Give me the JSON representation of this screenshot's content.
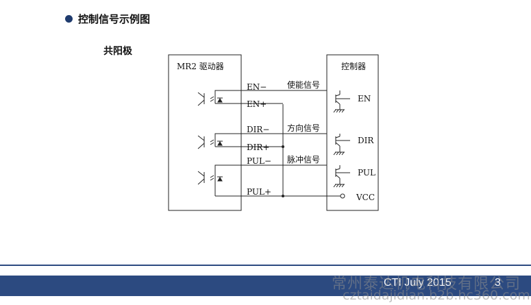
{
  "heading": {
    "title": "控制信号示例图",
    "bullet_icon": "bullet-dot-icon"
  },
  "subheading": "共阳极",
  "diagram": {
    "driver_box_label": "MR2 驱动器",
    "controller_box_label": "控制器",
    "signals": {
      "en_minus": "EN−",
      "en_plus": "EN+",
      "dir_minus": "DIR−",
      "dir_plus": "DIR+",
      "pul_minus": "PUL−",
      "pul_plus": "PUL+"
    },
    "signal_names": {
      "enable": "使能信号",
      "direction": "方向信号",
      "pulse": "脉冲信号"
    },
    "controller_terminals": {
      "en": "EN",
      "dir": "DIR",
      "pul": "PUL",
      "vcc": "VCC"
    }
  },
  "footer": {
    "meta": "CTI   July 2015",
    "page": "3",
    "watermark_company": "常州泰达机电科技有限公司",
    "watermark_url": "cztaidajidian.b2b.hc360.com"
  },
  "colors": {
    "accent": "#2c4a80",
    "bullet": "#1f3b6e",
    "line": "#222222"
  }
}
